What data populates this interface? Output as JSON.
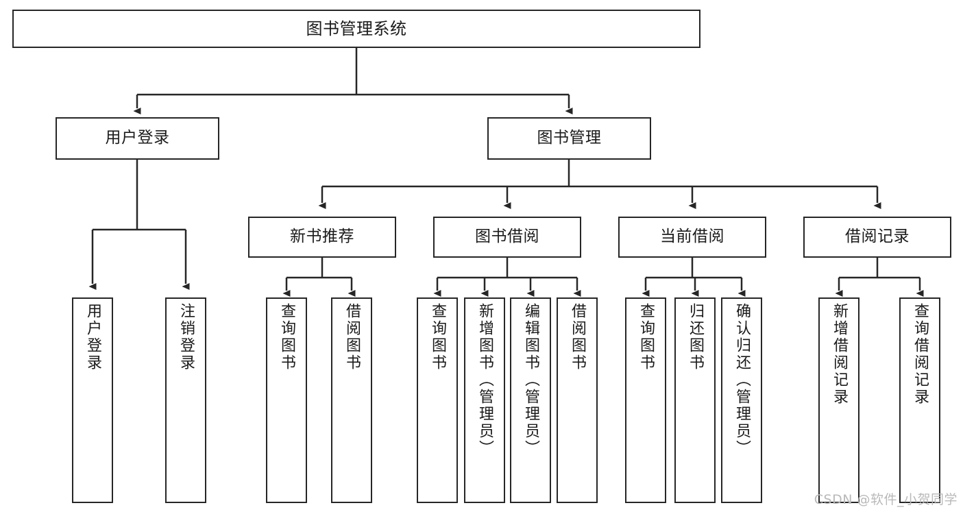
{
  "diagram": {
    "title": "图书管理系统",
    "type": "hierarchy-tree",
    "root": {
      "label": "图书管理系统"
    },
    "level2": [
      {
        "label": "用户登录"
      },
      {
        "label": "图书管理"
      }
    ],
    "level3": [
      {
        "label": "新书推荐"
      },
      {
        "label": "图书借阅"
      },
      {
        "label": "当前借阅"
      },
      {
        "label": "借阅记录"
      }
    ],
    "leaves": {
      "user_login": [
        {
          "label": "用户登录"
        },
        {
          "label": "注销登录"
        }
      ],
      "new_book_recommend": [
        {
          "label": "查询图书"
        },
        {
          "label": "借阅图书"
        }
      ],
      "book_borrow": [
        {
          "label": "查询图书"
        },
        {
          "label": "新增图书（管理员）"
        },
        {
          "label": "编辑图书（管理员）"
        },
        {
          "label": "借阅图书"
        }
      ],
      "current_borrow": [
        {
          "label": "查询图书"
        },
        {
          "label": "归还图书"
        },
        {
          "label": "确认归还（管理员）"
        }
      ],
      "borrow_record": [
        {
          "label": "新增借阅记录"
        },
        {
          "label": "查询借阅记录"
        }
      ]
    }
  },
  "watermark": {
    "text": "CSDN @软件_小贺同学"
  },
  "colors": {
    "stroke": "#262626",
    "box_fill": "#ffffff",
    "text": "#1a1a1a",
    "watermark": "#b9b9b9"
  }
}
